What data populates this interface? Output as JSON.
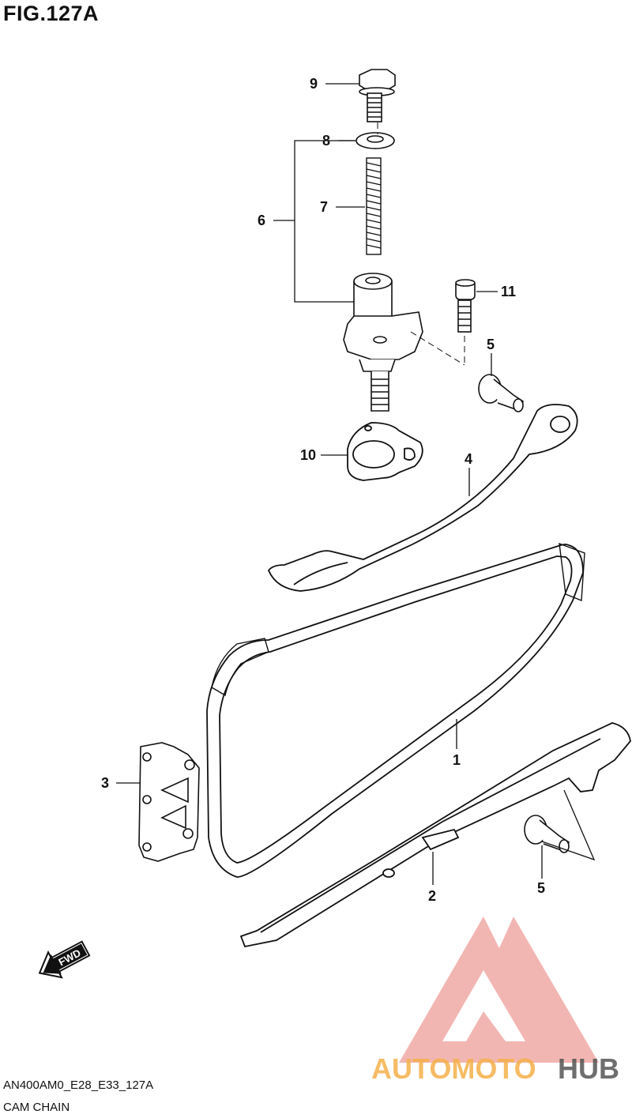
{
  "figure": {
    "title": "FIG.127A"
  },
  "callouts": [
    {
      "id": "c9",
      "label": "9"
    },
    {
      "id": "c8",
      "label": "8"
    },
    {
      "id": "c7",
      "label": "7"
    },
    {
      "id": "c6",
      "label": "6"
    },
    {
      "id": "c11",
      "label": "11"
    },
    {
      "id": "c5a",
      "label": "5"
    },
    {
      "id": "c10",
      "label": "10"
    },
    {
      "id": "c4",
      "label": "4"
    },
    {
      "id": "c1",
      "label": "1"
    },
    {
      "id": "c3",
      "label": "3"
    },
    {
      "id": "c2",
      "label": "2"
    },
    {
      "id": "c5b",
      "label": "5"
    }
  ],
  "direction_marker": {
    "label": "FWD"
  },
  "watermark": {
    "part1": "AUTOMOTO",
    "part2": "HUB",
    "color_main": "#f07a74",
    "color_accent": "#f5b04a",
    "color_dark": "#555555"
  },
  "footer": {
    "code": "AN400AM0_E28_E33_127A",
    "caption": "CAM CHAIN"
  }
}
